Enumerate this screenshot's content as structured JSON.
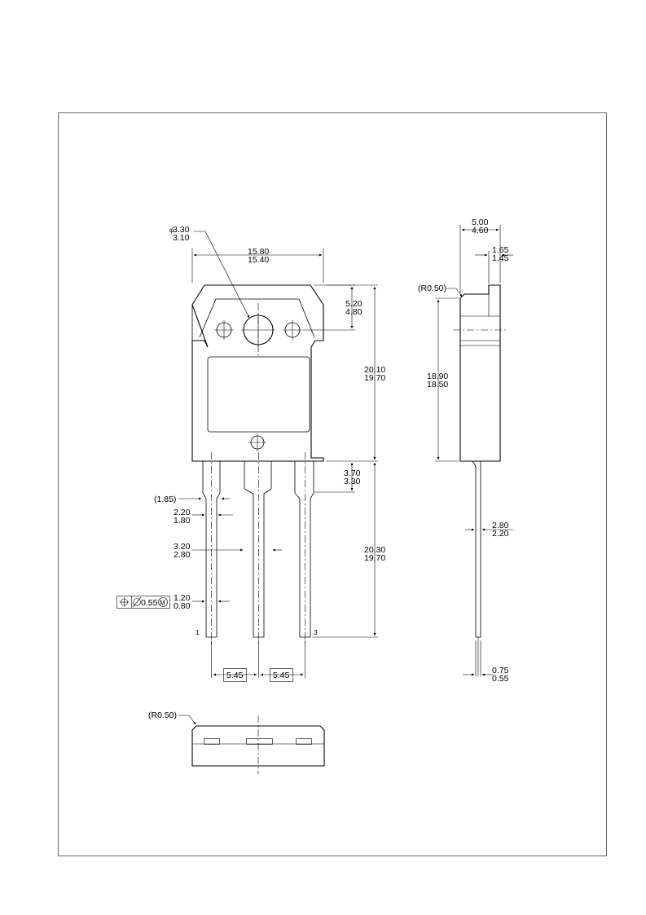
{
  "front_view": {
    "hole_dia_max": "3.30",
    "hole_dia_min": "3.10",
    "width_max": "15.80",
    "width_min": "15.40",
    "top_max": "5.20",
    "top_min": "4.80",
    "body_h_max": "20.10",
    "body_h_min": "19.70",
    "shoulder_max": "3.70",
    "shoulder_min": "3.30",
    "ref_185": "(1.85)",
    "lead_w1_max": "2.20",
    "lead_w1_min": "1.80",
    "lead_w2_max": "3.20",
    "lead_w2_min": "2.80",
    "lead_len_max": "20.30",
    "lead_len_min": "19.70",
    "lead_w3_max": "1.20",
    "lead_w3_min": "0.80",
    "pos_tol": "0.55",
    "pin1": "1",
    "pin3": "3",
    "pitch_a": "5.45",
    "pitch_b": "5.45"
  },
  "side_view": {
    "thick_max": "5.00",
    "thick_min": "4.60",
    "tab_max": "1.65",
    "tab_min": "1.45",
    "radius": "(R0.50)",
    "height_max": "18.90",
    "height_min": "18.50",
    "lead_t_max": "2.80",
    "lead_t_min": "2.20",
    "lead_th_max": "0.75",
    "lead_th_min": "0.55"
  },
  "bottom_view": {
    "radius": "(R0.50)"
  }
}
